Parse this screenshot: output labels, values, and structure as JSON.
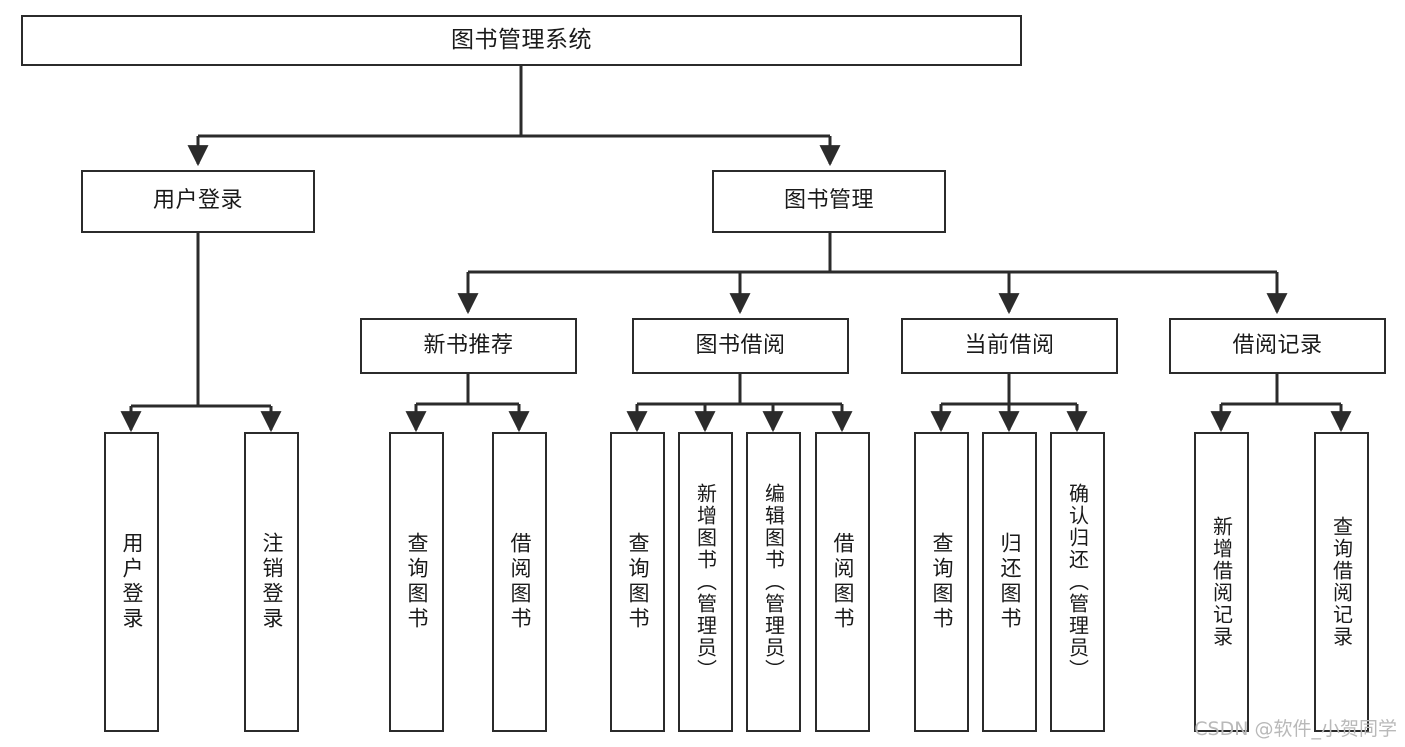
{
  "diagram": {
    "type": "tree-hierarchy-chart",
    "title": "图书管理系统",
    "watermark": "CSDN @软件_小贺同学",
    "colors": {
      "stroke": "#2b2b2b",
      "fill": "#ffffff",
      "text": "#1a1a1a",
      "watermark": "#b9b9b9",
      "background": "#ffffff"
    },
    "nodes": {
      "root": {
        "label": "图书管理系统"
      },
      "level1": [
        {
          "label": "用户登录"
        },
        {
          "label": "图书管理"
        }
      ],
      "level2": [
        {
          "label": "新书推荐"
        },
        {
          "label": "图书借阅"
        },
        {
          "label": "当前借阅"
        },
        {
          "label": "借阅记录"
        }
      ],
      "leaves": {
        "user_login": [
          {
            "label": "用户登录"
          },
          {
            "label": "注销登录"
          }
        ],
        "new_book": [
          {
            "label": "查询图书"
          },
          {
            "label": "借阅图书"
          }
        ],
        "book_borrow": [
          {
            "label": "查询图书"
          },
          {
            "label": "新增图书（管理员）"
          },
          {
            "label": "编辑图书（管理员）"
          },
          {
            "label": "借阅图书"
          }
        ],
        "current_borrow": [
          {
            "label": "查询图书"
          },
          {
            "label": "归还图书"
          },
          {
            "label": "确认归还（管理员）"
          }
        ],
        "borrow_record": [
          {
            "label": "新增借阅记录"
          },
          {
            "label": "查询借阅记录"
          }
        ]
      }
    }
  }
}
